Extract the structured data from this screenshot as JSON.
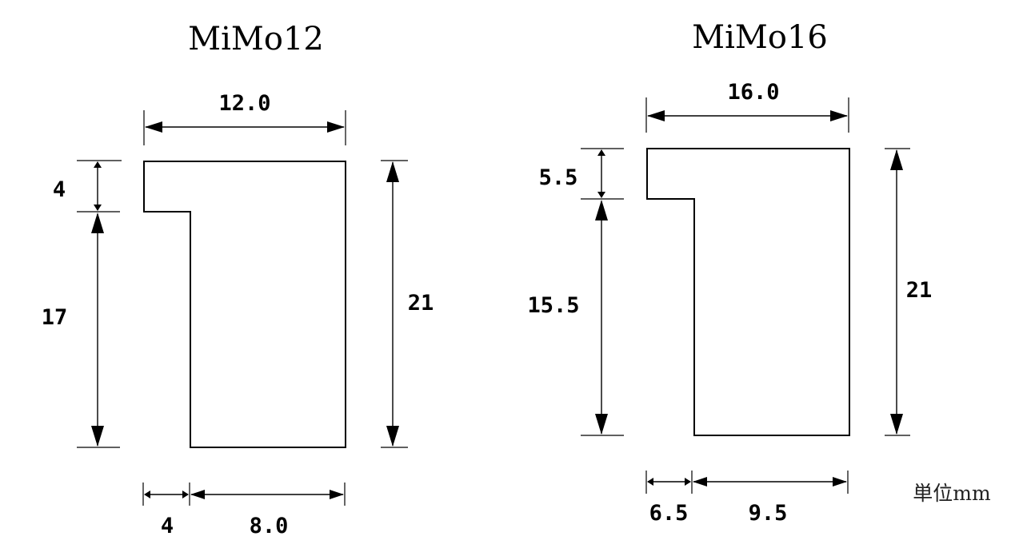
{
  "profiles": [
    {
      "title": "MiMo12",
      "width_label": "12.0",
      "height_label": "21",
      "lip_height_label": "4",
      "body_height_label": "17",
      "lip_width_label": "4",
      "body_width_label": "8.0"
    },
    {
      "title": "MiMo16",
      "width_label": "16.0",
      "height_label": "21",
      "lip_height_label": "5.5",
      "body_height_label": "15.5",
      "lip_width_label": "6.5",
      "body_width_label": "9.5"
    }
  ],
  "unit_label": "単位mm"
}
